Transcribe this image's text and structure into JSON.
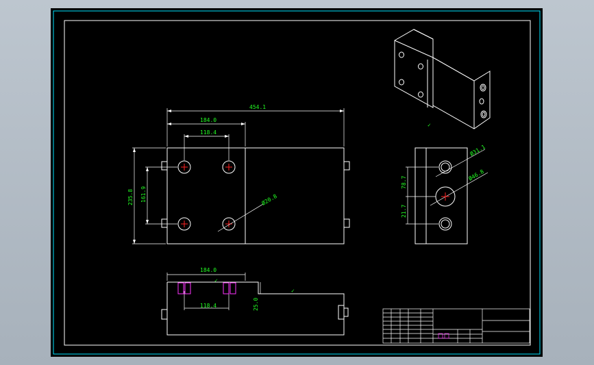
{
  "dimensions": {
    "overall_length": "454.1",
    "width_1": "184.0",
    "hole_spacing": "118.4",
    "overall_height": "235.8",
    "hole_vertical": "161.9",
    "hole_dia": "Ø20.8",
    "side_top": "78.7",
    "side_bottom": "21.7",
    "side_hole_1": "Ø31.1",
    "side_hole_2": "Ø46.8",
    "bottom_width": "184.0",
    "bottom_spacing": "118.4",
    "step_height": "25.0"
  },
  "colors": {
    "line": "#ffffff",
    "dim": "#22ff22",
    "border": "#00e5ff",
    "hole_center": "#ff2222",
    "hidden": "#ff33ff",
    "leader": "#4488ff"
  }
}
